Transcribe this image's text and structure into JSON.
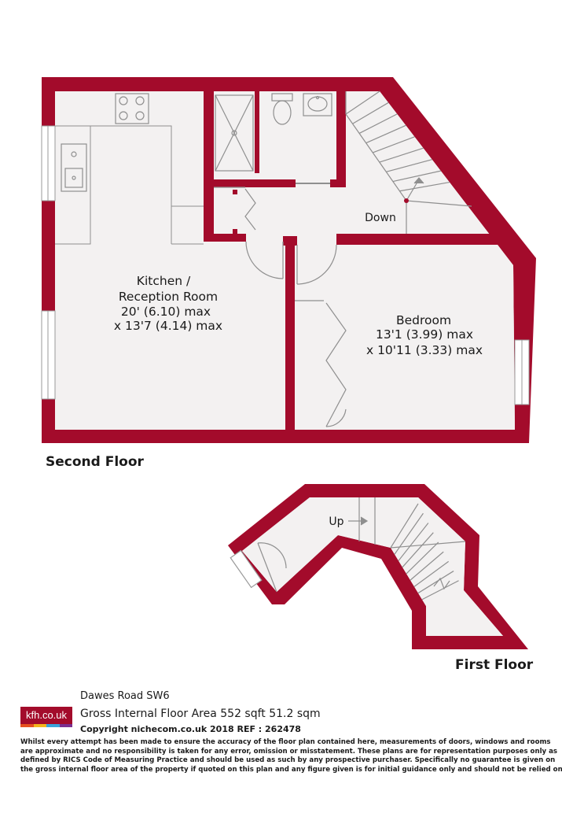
{
  "rooms": {
    "kitchen": {
      "name": "Kitchen /",
      "name2": "Reception Room",
      "dim1": "20' (6.10) max",
      "dim2": "x 13'7 (4.14) max"
    },
    "bedroom": {
      "name": "Bedroom",
      "dim1": "13'1 (3.99) max",
      "dim2": "x 10'11 (3.33) max"
    },
    "stairs_down": "Down",
    "stairs_up": "Up"
  },
  "floors": {
    "second": "Second Floor",
    "first": "First Floor"
  },
  "footer": {
    "logo": "kfh.co.uk",
    "address": "Dawes Road  SW6",
    "area": "Gross Internal Floor Area 552 sqft 51.2 sqm",
    "copyright": "Copyright nichecom.co.uk 2018 REF : 262478",
    "disclaimer": "Whilst every attempt has been made to ensure the accuracy of the floor plan contained here, measurements of doors, windows and rooms are approximate and no responsibility is taken for any error, omission or misstatement.  These plans are for representation purposes only as defined by RICS Code of Measuring Practice and should be used as such by any prospective purchaser.  Specifically no guarantee is given on the gross internal floor area of the property if quoted on this plan and any figure given is for initial guidance only and should not be relied on as a basis of valuation."
  },
  "colors": {
    "wall": "#a30b2b",
    "floor": "#f3f1f1",
    "fixture_line": "#8f8f8f",
    "logo_stripes": [
      "#e6511f",
      "#f2b51d",
      "#3aa2d9",
      "#7b2f8f"
    ]
  }
}
